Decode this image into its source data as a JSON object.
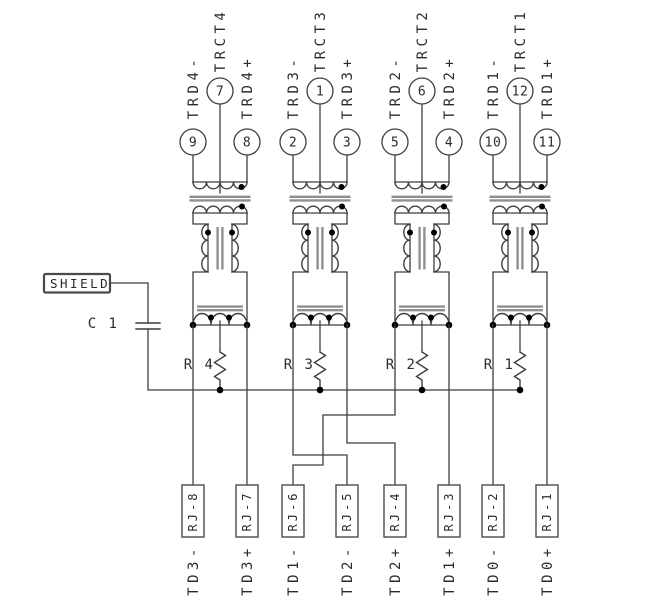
{
  "diagram": {
    "kind": "transformer-magnetics-schematic",
    "colors": {
      "background": "#ffffff",
      "wire": "#3f3f3f",
      "core": "#8f8f8f",
      "dot": "#000000",
      "text": "#2b2b2b"
    },
    "shield_label": "SHIELD",
    "capacitor_label": "C 1",
    "transformers": [
      {
        "top_labels": [
          "TRD4-",
          "TRCT4",
          "TRD4+"
        ],
        "pins": [
          "9",
          "7",
          "8"
        ],
        "resistor_label": "R 4"
      },
      {
        "top_labels": [
          "TRD3-",
          "TRCT3",
          "TRD3+"
        ],
        "pins": [
          "2",
          "1",
          "3"
        ],
        "resistor_label": "R 3"
      },
      {
        "top_labels": [
          "TRD2-",
          "TRCT2",
          "TRD2+"
        ],
        "pins": [
          "5",
          "6",
          "4"
        ],
        "resistor_label": "R 2"
      },
      {
        "top_labels": [
          "TRD1-",
          "TRCT1",
          "TRD1+"
        ],
        "pins": [
          "10",
          "12",
          "11"
        ],
        "resistor_label": "R 1"
      }
    ],
    "connectors": [
      {
        "rj_label": "RJ-8",
        "signal_label": "TD3-"
      },
      {
        "rj_label": "RJ-7",
        "signal_label": "TD3+"
      },
      {
        "rj_label": "RJ-6",
        "signal_label": "TD1-"
      },
      {
        "rj_label": "RJ-5",
        "signal_label": "TD2-"
      },
      {
        "rj_label": "RJ-4",
        "signal_label": "TD2+"
      },
      {
        "rj_label": "RJ-3",
        "signal_label": "TD1+"
      },
      {
        "rj_label": "RJ-2",
        "signal_label": "TD0-"
      },
      {
        "rj_label": "RJ-1",
        "signal_label": "TD0+"
      }
    ]
  }
}
